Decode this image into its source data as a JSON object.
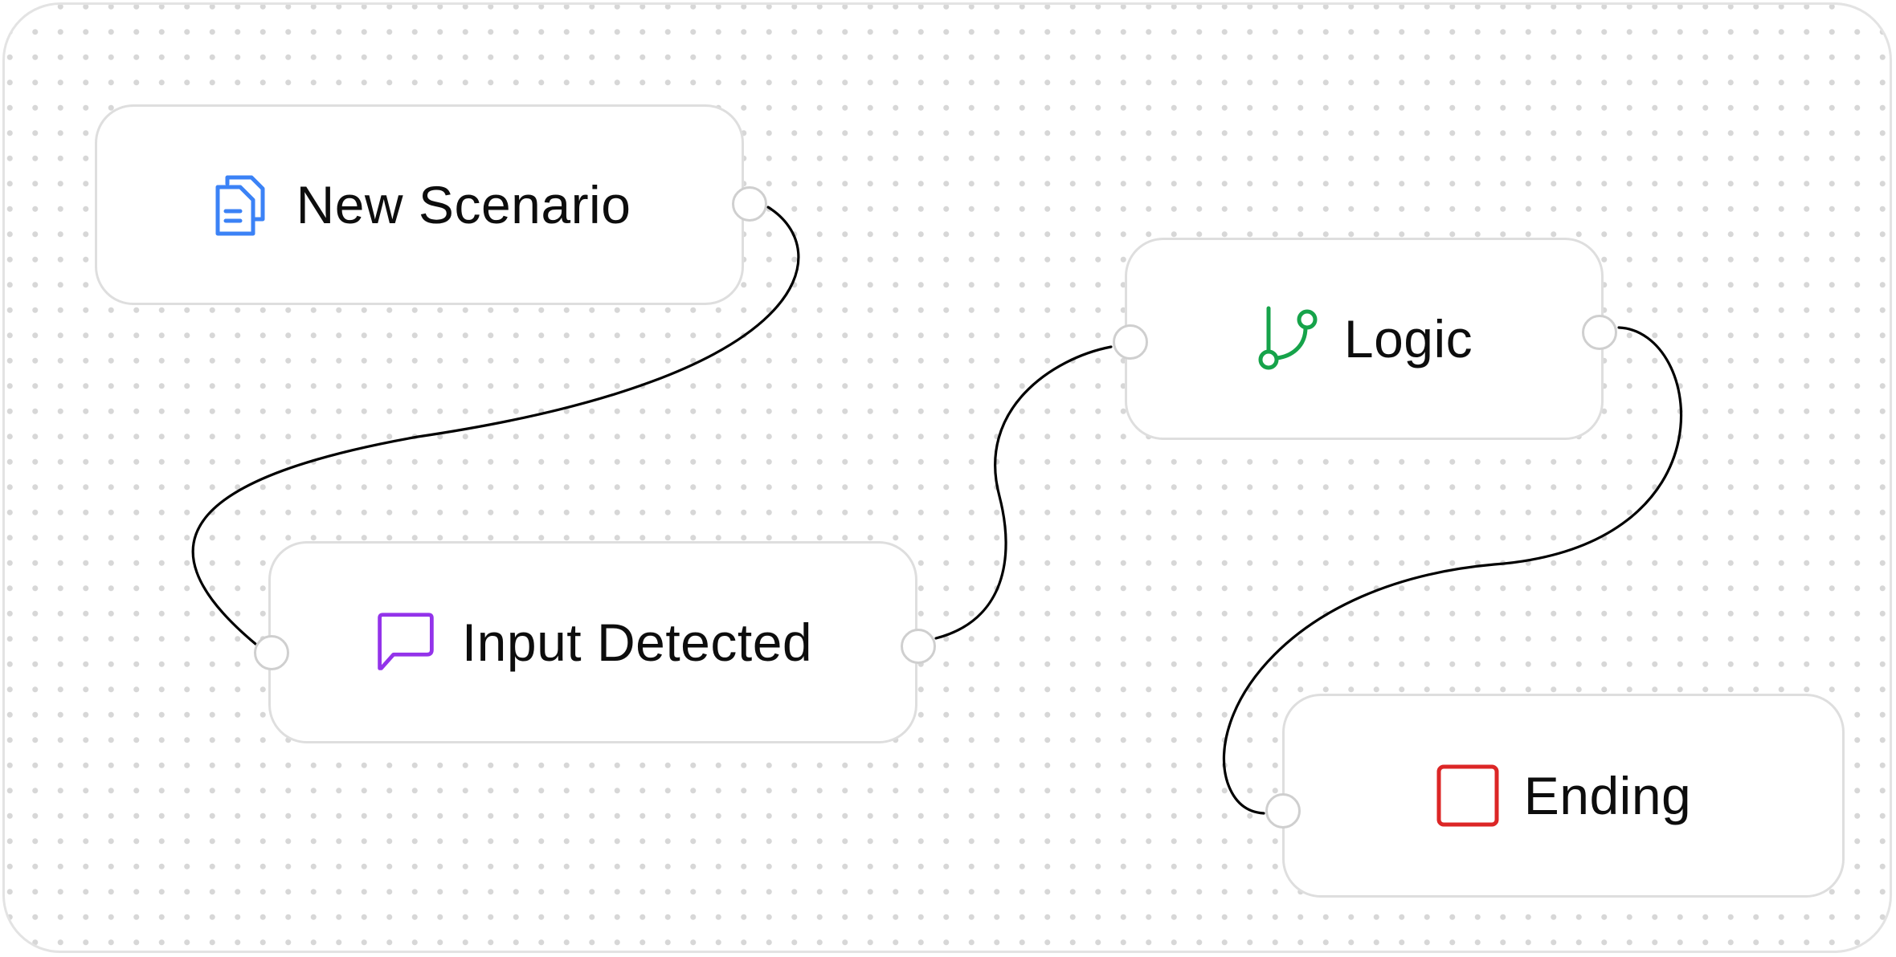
{
  "nodes": {
    "new_scenario": {
      "label": "New Scenario",
      "icon": "document-copy-icon",
      "icon_color": "#3b82f6"
    },
    "input_detected": {
      "label": "Input Detected",
      "icon": "chat-bubble-icon",
      "icon_color": "#9333ea"
    },
    "logic": {
      "label": "Logic",
      "icon": "branch-icon",
      "icon_color": "#16a34a"
    },
    "ending": {
      "label": "Ending",
      "icon": "stop-square-icon",
      "icon_color": "#dc2626"
    }
  },
  "edges": [
    {
      "from": "New Scenario",
      "to": "Input Detected"
    },
    {
      "from": "Input Detected",
      "to": "Logic"
    },
    {
      "from": "Logic",
      "to": "Ending"
    }
  ],
  "colors": {
    "edge": "#000000",
    "node_border": "#dedede",
    "port_border": "#cfcfcf",
    "canvas_border": "#e3e3e3",
    "dot_grid": "#d7d7d7"
  }
}
